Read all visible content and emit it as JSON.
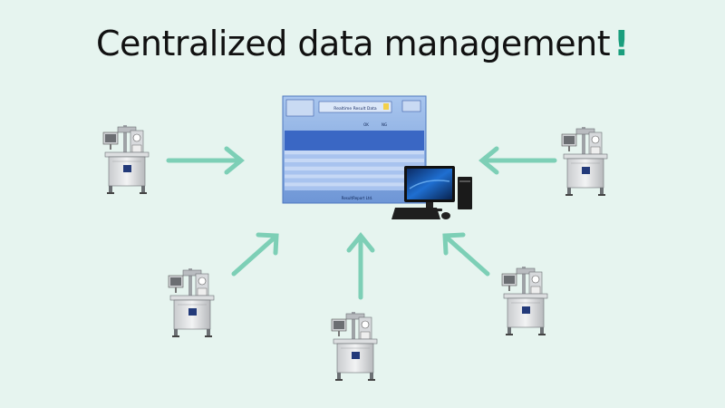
{
  "title": {
    "text": "Centralized data management",
    "mark": "!"
  },
  "colors": {
    "background": "#e6f4ef",
    "arrow": "#7dcfb6",
    "accent": "#1a9e7d"
  },
  "screen": {
    "header_label": "Realtime Result Data",
    "sub_labels": [
      "OK",
      "NG"
    ],
    "footer_label": "ResultReport Ltd."
  },
  "icons": {
    "machine": "laser-machine-icon",
    "computer": "desktop-computer-icon",
    "screen": "data-table-screen"
  }
}
